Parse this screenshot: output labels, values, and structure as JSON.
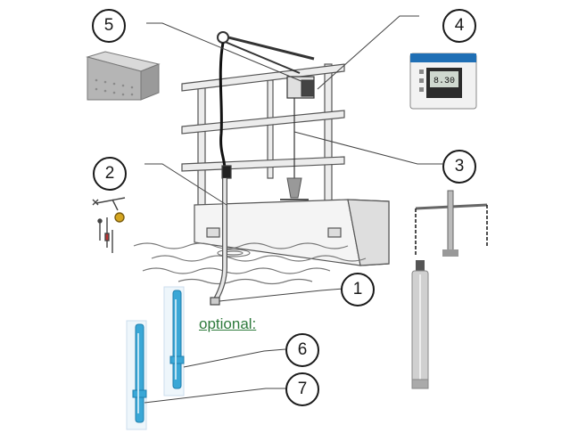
{
  "callouts": [
    "1",
    "2",
    "3",
    "4",
    "5",
    "6",
    "7"
  ],
  "optional_label": "optional:",
  "transmitter_display": "8.30",
  "colors": {
    "outline": "#333333",
    "structure_gray": "#8a8a8a",
    "water": "#cfd6dc",
    "sensor_blue": "#3aa7d6",
    "optional_text": "#2e7a3c",
    "transmitter_blue": "#1f6fb5",
    "probe_gray": "#c8c8c8"
  }
}
